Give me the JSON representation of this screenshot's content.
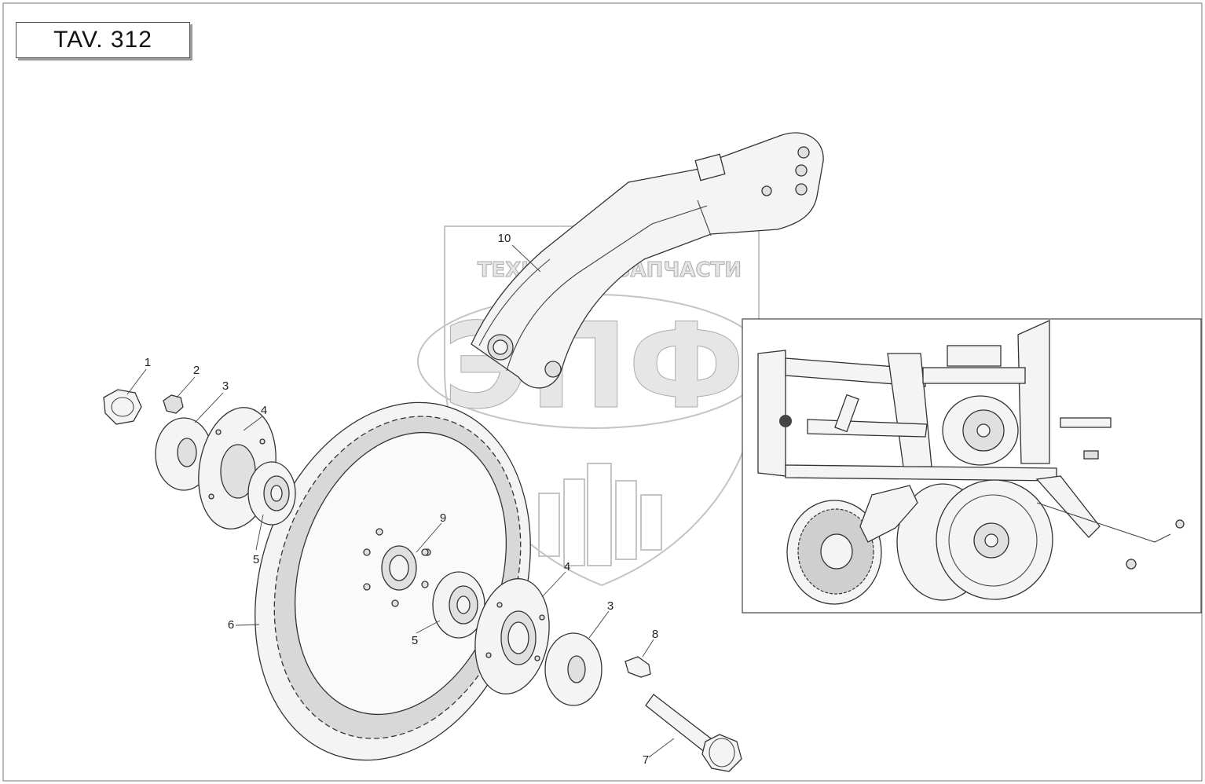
{
  "sheet": {
    "title": "TAV. 312"
  },
  "callouts": [
    {
      "id": "callout-1",
      "label": "1"
    },
    {
      "id": "callout-2",
      "label": "2"
    },
    {
      "id": "callout-3-top",
      "label": "3"
    },
    {
      "id": "callout-4-top",
      "label": "4"
    },
    {
      "id": "callout-5-left",
      "label": "5"
    },
    {
      "id": "callout-6",
      "label": "6"
    },
    {
      "id": "callout-9",
      "label": "9"
    },
    {
      "id": "callout-5-right",
      "label": "5"
    },
    {
      "id": "callout-4-right",
      "label": "4"
    },
    {
      "id": "callout-3-right",
      "label": "3"
    },
    {
      "id": "callout-8",
      "label": "8"
    },
    {
      "id": "callout-7",
      "label": "7"
    },
    {
      "id": "callout-10",
      "label": "10"
    }
  ],
  "watermark": {
    "word_left": "ТЕХНИКА",
    "word_right": "ЗАПЧАСТИ",
    "logo_letters": "ЭПФ",
    "color": "#c4c4c4"
  },
  "colors": {
    "line": "#333333",
    "part_fill": "#f4f4f4",
    "background": "#ffffff"
  }
}
